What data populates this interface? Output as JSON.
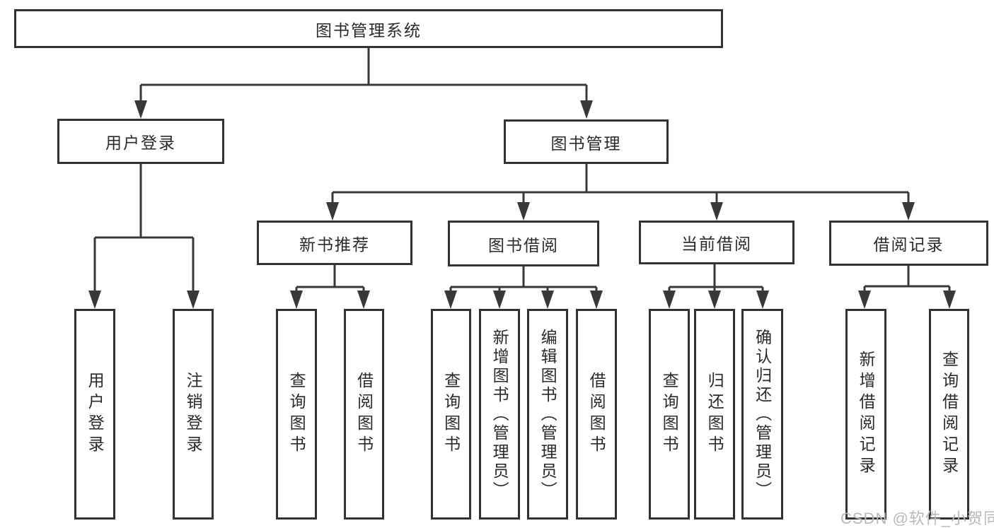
{
  "diagram_type": "hierarchy-tree",
  "tree": {
    "label": "图书管理系统",
    "children": [
      {
        "label": "用户登录",
        "children": [
          {
            "label": "用户登录"
          },
          {
            "label": "注销登录"
          }
        ]
      },
      {
        "label": "图书管理",
        "children": [
          {
            "label": "新书推荐",
            "children": [
              {
                "label": "查询图书"
              },
              {
                "label": "借阅图书"
              }
            ]
          },
          {
            "label": "图书借阅",
            "children": [
              {
                "label": "查询图书"
              },
              {
                "label": "新增图书（管理员）"
              },
              {
                "label": "编辑图书（管理员）"
              },
              {
                "label": "借阅图书"
              }
            ]
          },
          {
            "label": "当前借阅",
            "children": [
              {
                "label": "查询图书"
              },
              {
                "label": "归还图书"
              },
              {
                "label": "确认归还（管理员）"
              }
            ]
          },
          {
            "label": "借阅记录",
            "children": [
              {
                "label": "新增借阅记录"
              },
              {
                "label": "查询借阅记录"
              }
            ]
          }
        ]
      }
    ]
  },
  "watermark": {
    "text": "CSDN @软件_小贺同学"
  },
  "colors": {
    "line": "#383838",
    "box_border": "#333333",
    "text": "#2a2a2a",
    "watermark": "#b9b9b9",
    "background": "#ffffff"
  }
}
